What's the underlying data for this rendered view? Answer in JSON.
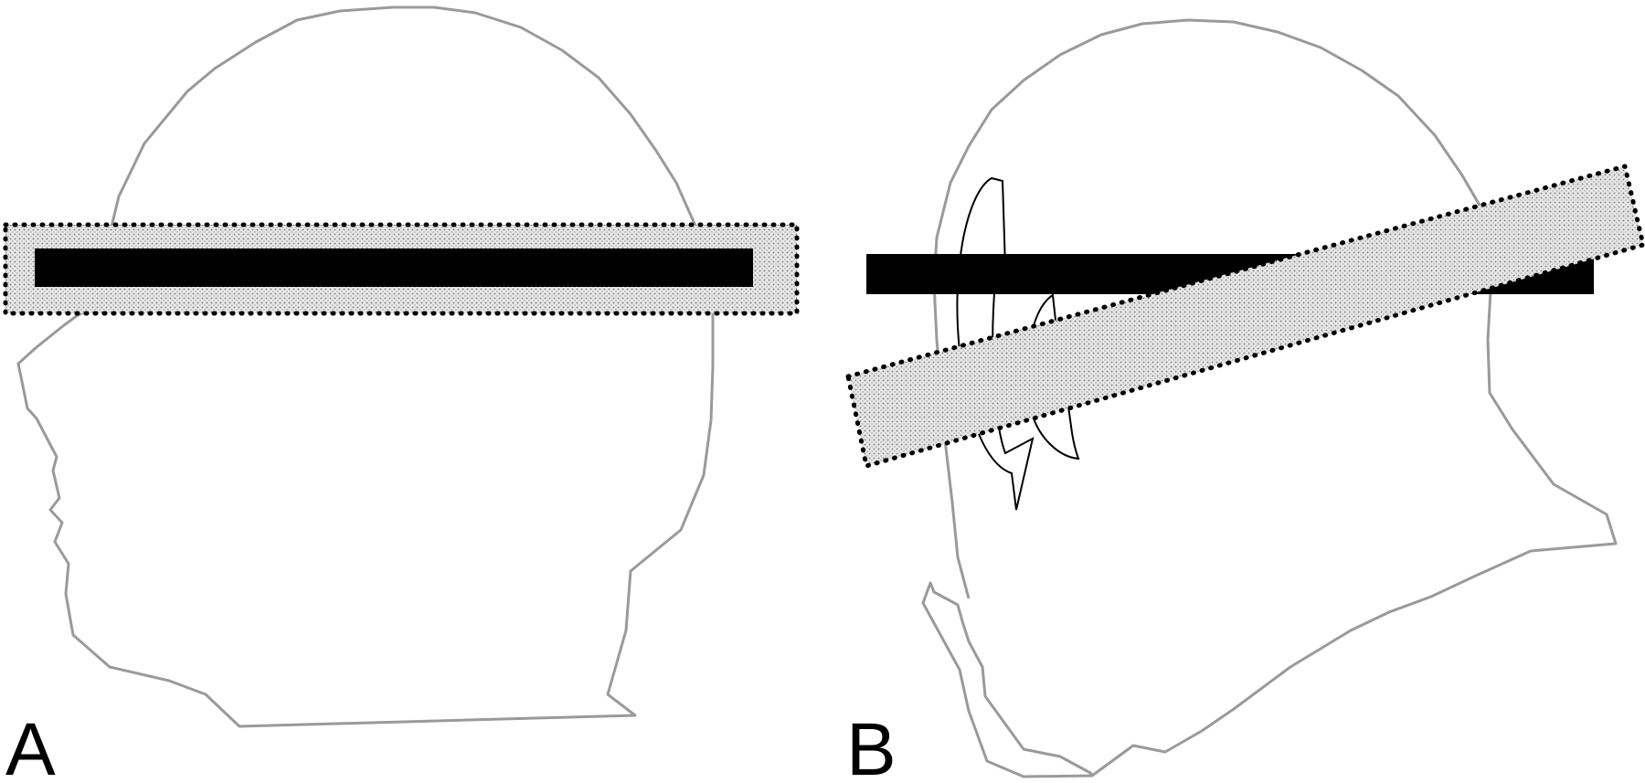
{
  "panels": [
    {
      "id": "A",
      "label": "A"
    },
    {
      "id": "B",
      "label": "B"
    }
  ],
  "colors": {
    "outline": "#9a9a9a",
    "solid_bar": "#000000",
    "stippled_band_fill": "#d9d9d9",
    "stippled_band_border": "#000000",
    "rotation_arrow": "#000000"
  }
}
